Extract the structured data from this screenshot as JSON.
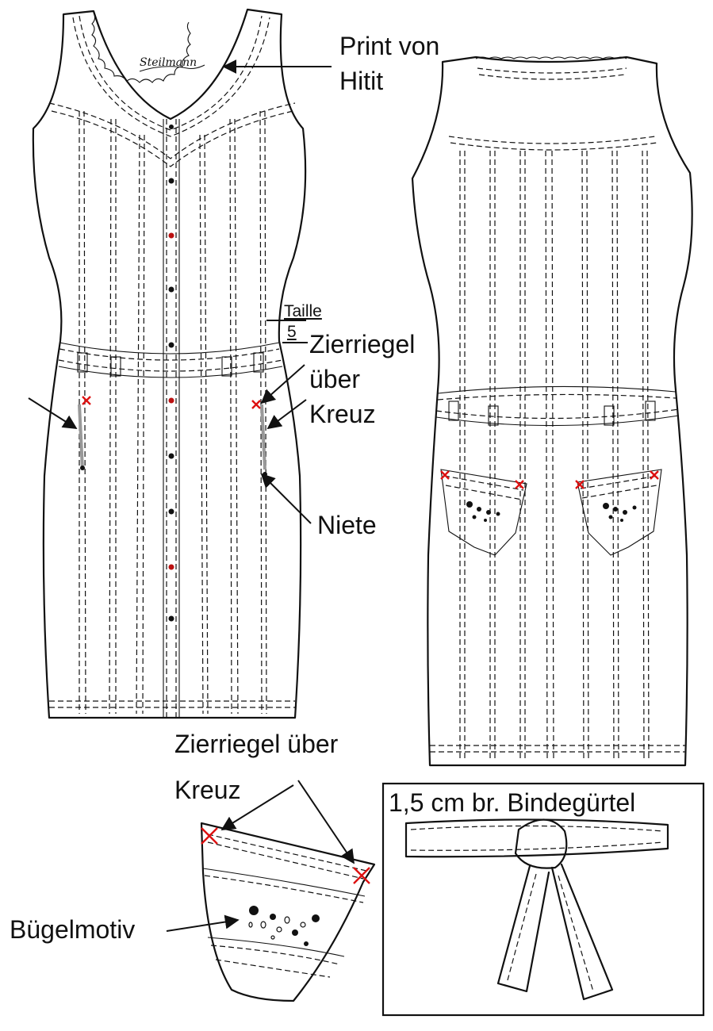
{
  "labels": {
    "print": "Print von",
    "print2": "Hitit",
    "taille": "Taille",
    "taille_num": "5",
    "zierriegel_front_1": "Zierriegel",
    "zierriegel_front_2": "über",
    "zierriegel_front_3": "Kreuz",
    "niete": "Niete",
    "zierriegel_detail_1": "Zierriegel über",
    "zierriegel_detail_2": "Kreuz",
    "buegelmotiv": "Bügelmotiv",
    "belt": "1,5 cm br. Bindegürtel",
    "logo": "Steilmann"
  },
  "colors": {
    "line": "#111111",
    "accent": "#d11111",
    "paper": "#ffffff"
  }
}
